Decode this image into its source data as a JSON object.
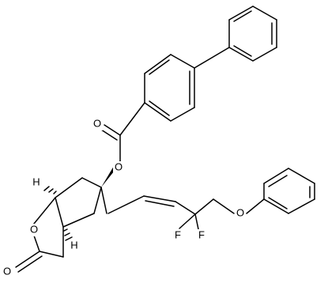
{
  "molecule": {
    "atoms": {
      "ester_carbonyl_O": "O",
      "ester_O": "O",
      "lactone_ring_O": "O",
      "lactone_carbonyl_O": "O",
      "ether_O": "O",
      "fluorine_1": "F",
      "fluorine_2": "F",
      "stereo_H_top": "H",
      "stereo_H_bottom": "H"
    },
    "colors": {
      "bond": "#000000",
      "label": "#000000",
      "background": "#ffffff"
    }
  }
}
